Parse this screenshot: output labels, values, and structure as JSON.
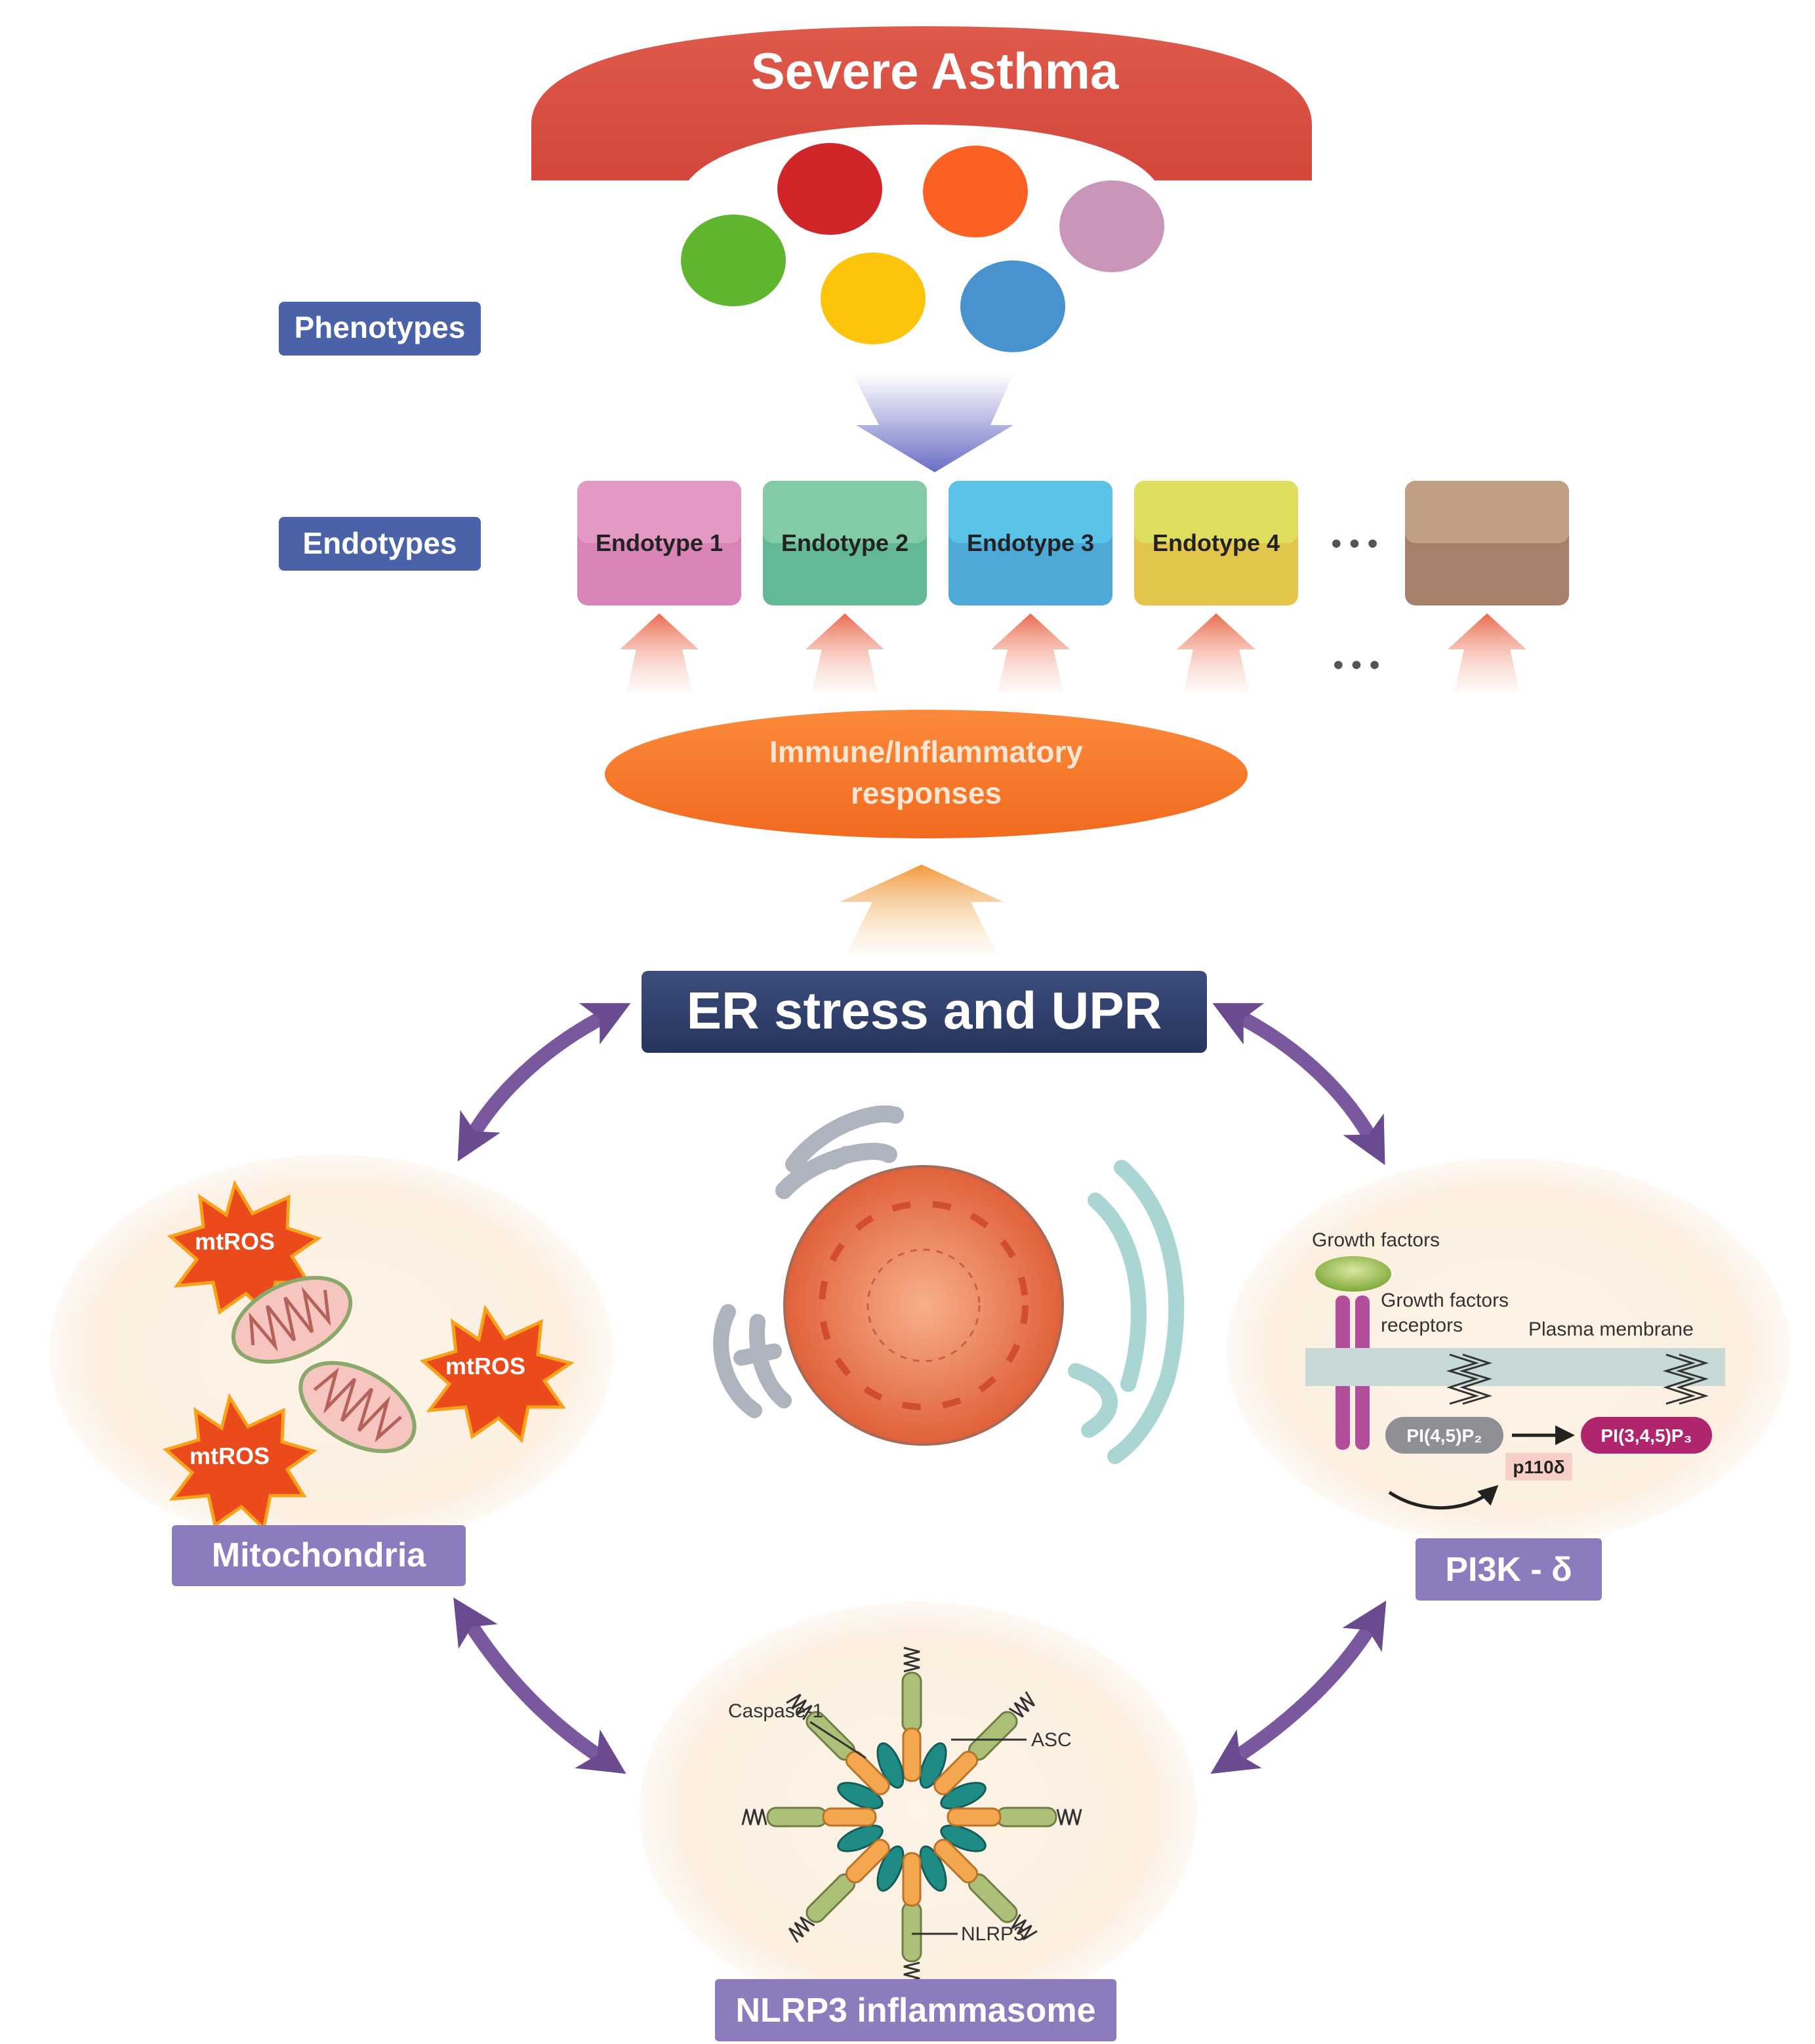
{
  "title": "Severe Asthma",
  "labels": {
    "phenotypes": "Phenotypes",
    "endotypes": "Endotypes",
    "immune": [
      "Immune/Inflammatory",
      "responses"
    ],
    "er": "ER stress and UPR",
    "mitochondria": "Mitochondria",
    "pi3k": "PI3K - δ",
    "nlrp3": "NLRP3 inflammasome"
  },
  "endotypes": [
    "Endotype 1",
    "Endotype 2",
    "Endotype 3",
    "Endotype 4",
    ""
  ],
  "ellipsis": "• • •",
  "mtros": "mtROS",
  "pi3k_panel": {
    "growth_factors": "Growth factors",
    "gf_receptors": [
      "Growth factors",
      "receptors"
    ],
    "plasma_membrane": "Plasma membrane",
    "pip2": "PI(4,5)P₂",
    "pip3": "PI(3,4,5)P₃",
    "p110": "p110δ"
  },
  "inflammasome_panel": {
    "caspase": "Caspase-1",
    "asc": "ASC",
    "nlrp3": "NLRP3"
  },
  "colors": {
    "phenotype_dots": [
      "#d0262a",
      "#fb6122",
      "#c996b9",
      "#5fb52d",
      "#fcc40a",
      "#4893cd"
    ],
    "endotype_boxes": [
      "#d884b7",
      "#63b995",
      "#5bb8e0",
      "#dcd955",
      "#b28b72"
    ]
  }
}
